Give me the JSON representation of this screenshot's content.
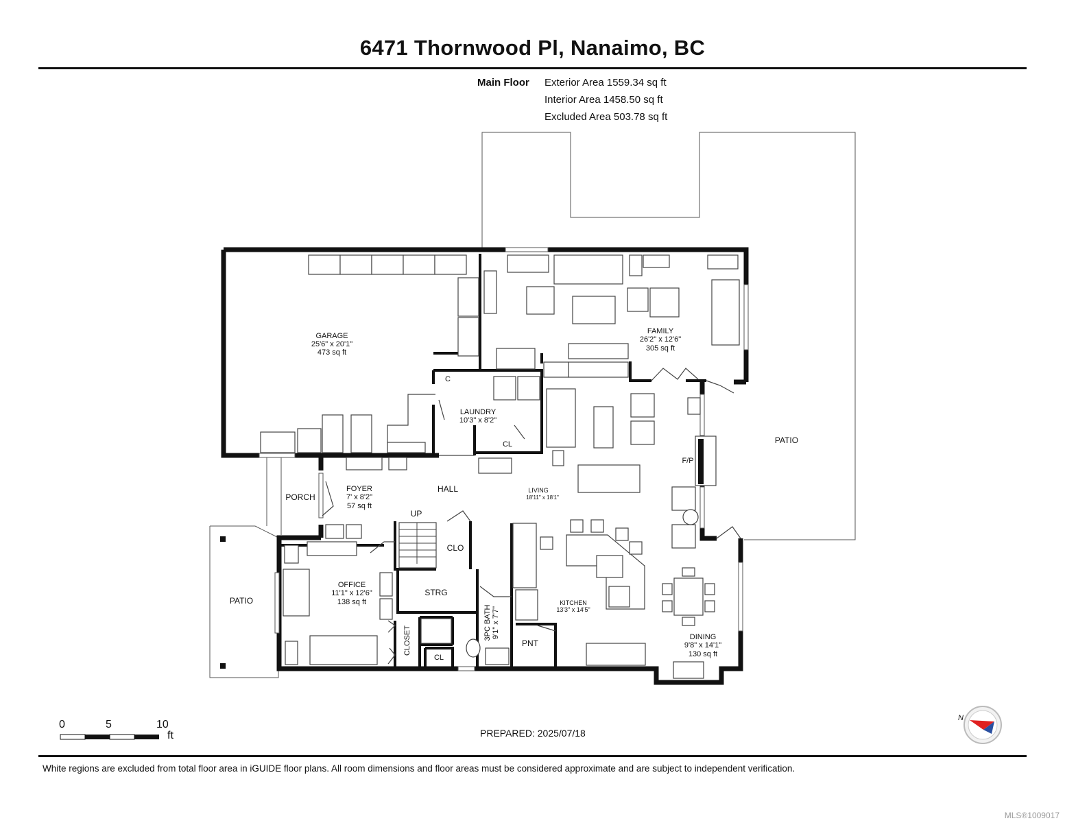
{
  "header": {
    "title": "6471 Thornwood Pl, Nanaimo, BC"
  },
  "areas": {
    "floor_label": "Main Floor",
    "exterior": "Exterior Area 1559.34 sq ft",
    "interior": "Interior Area 1458.50 sq ft",
    "excluded": "Excluded Area 503.78 sq ft"
  },
  "rooms": {
    "garage": {
      "name": "GARAGE",
      "dims": "25'6\" x 20'1\"",
      "area": "473 sq ft"
    },
    "family": {
      "name": "FAMILY",
      "dims": "26'2\" x 12'6\"",
      "area": "305 sq ft"
    },
    "laundry": {
      "name": "LAUNDRY",
      "dims": "10'3\" x 8'2\""
    },
    "laundry_closet": "CL",
    "laundry_c": "C",
    "foyer": {
      "name": "FOYER",
      "dims": "7' x 8'2\"",
      "area": "57 sq ft"
    },
    "porch": "PORCH",
    "hall": "HALL",
    "living": {
      "name": "LIVING",
      "dims": "18'11\" x 18'1\""
    },
    "fireplace": "F/P",
    "patio_east": "PATIO",
    "patio_west": "PATIO",
    "up": "UP",
    "clo": "CLO",
    "strg": "STRG",
    "office": {
      "name": "OFFICE",
      "dims": "11'1\" x 12'6\"",
      "area": "138 sq ft"
    },
    "closet": "CLOSET",
    "bath": {
      "name": "3PC BATH",
      "dims": "9'1\" x 7'7\""
    },
    "bath_closet": "CL",
    "pantry": "PNT",
    "kitchen": {
      "name": "KITCHEN",
      "dims": "13'3\" x 14'5\""
    },
    "dining": {
      "name": "DINING",
      "dims": "9'8\" x 14'1\"",
      "area": "130 sq ft"
    }
  },
  "scale": {
    "t0": "0",
    "t5": "5",
    "t10": "10",
    "unit": "ft"
  },
  "compass": {
    "label": "N"
  },
  "footer": {
    "prepared": "PREPARED: 2025/07/18",
    "disclaimer": "White regions are excluded from total floor area in iGUIDE floor plans. All room dimensions and floor areas must be considered approximate and are subject to independent verification.",
    "mls": "MLS®1009017"
  },
  "colors": {
    "wall": "#111111",
    "line": "#555555",
    "accent": "#e02020"
  }
}
